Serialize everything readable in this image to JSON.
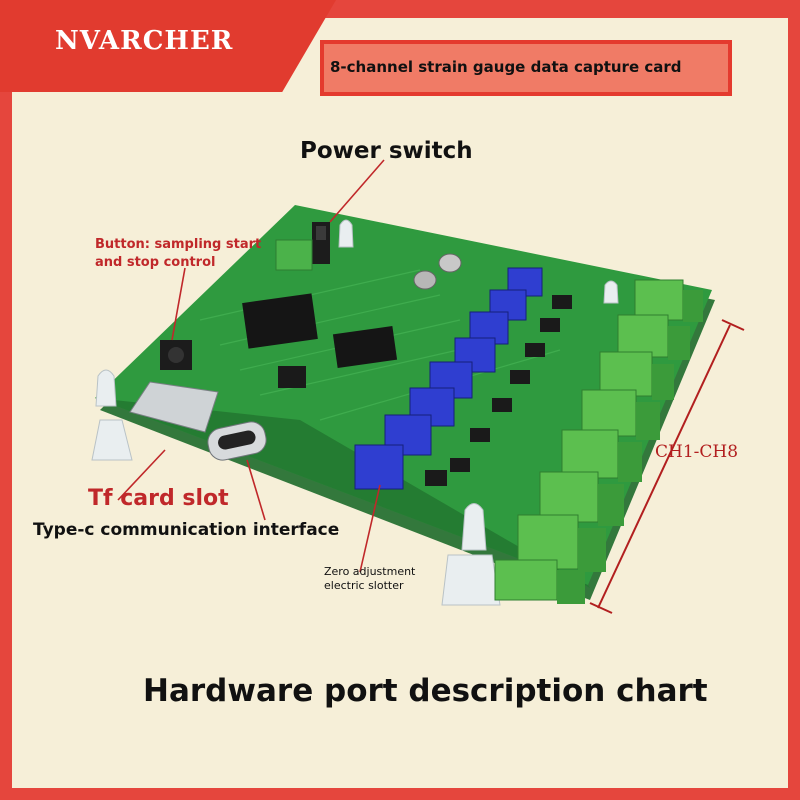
{
  "brand": {
    "name": "NVARCHER"
  },
  "header": {
    "title": "8-channel strain gauge data capture card"
  },
  "labels": {
    "power_switch": "Power switch",
    "button": "Button: sampling start and stop control",
    "tf_card": "Tf card slot",
    "type_c": "Type-c communication interface",
    "zero_adjust": "Zero adjustment electric slotter",
    "channels": "CH1-CH8"
  },
  "footer": {
    "caption": "Hardware port description chart"
  },
  "colors": {
    "frame_red": "#e5463d",
    "panel_cream": "#f6efd8",
    "pcb_green": "#2f9a3f",
    "terminal_green": "#5cbf4f",
    "pot_blue": "#2f3ed0",
    "leader_red": "#c0282a"
  }
}
